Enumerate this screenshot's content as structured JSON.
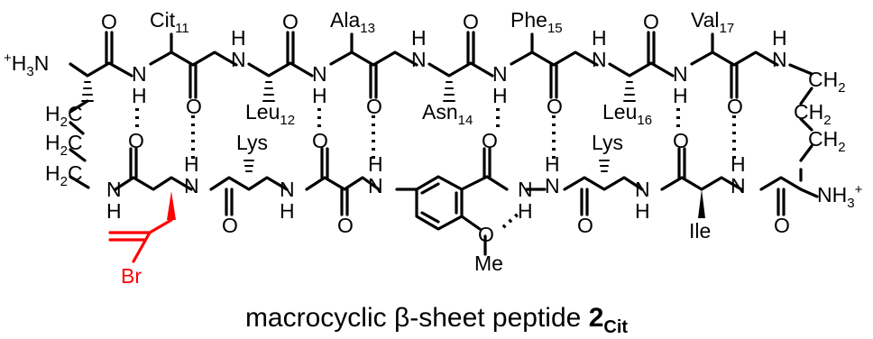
{
  "caption": {
    "text": "macrocyclic β-sheet peptide ",
    "compound": "2",
    "compound_sub": "Cit"
  },
  "colors": {
    "ink": "#000000",
    "highlight": "#ff0000"
  },
  "residues": {
    "cit11": {
      "name": "Cit",
      "num": "11"
    },
    "leu12": {
      "name": "Leu",
      "num": "12"
    },
    "ala13": {
      "name": "Ala",
      "num": "13"
    },
    "asn14": {
      "name": "Asn",
      "num": "14"
    },
    "phe15": {
      "name": "Phe",
      "num": "15"
    },
    "leu16": {
      "name": "Leu",
      "num": "16"
    },
    "val17": {
      "name": "Val",
      "num": "17"
    },
    "lys_a": "Lys",
    "lys_b": "Lys",
    "ile": "Ile"
  },
  "atoms": {
    "N": "N",
    "H": "H",
    "O": "O",
    "C": "C",
    "H3": "H",
    "sub2": "2",
    "sub3": "3",
    "plus": "+",
    "Br": "Br",
    "Me": "Me",
    "CH": "CH"
  }
}
